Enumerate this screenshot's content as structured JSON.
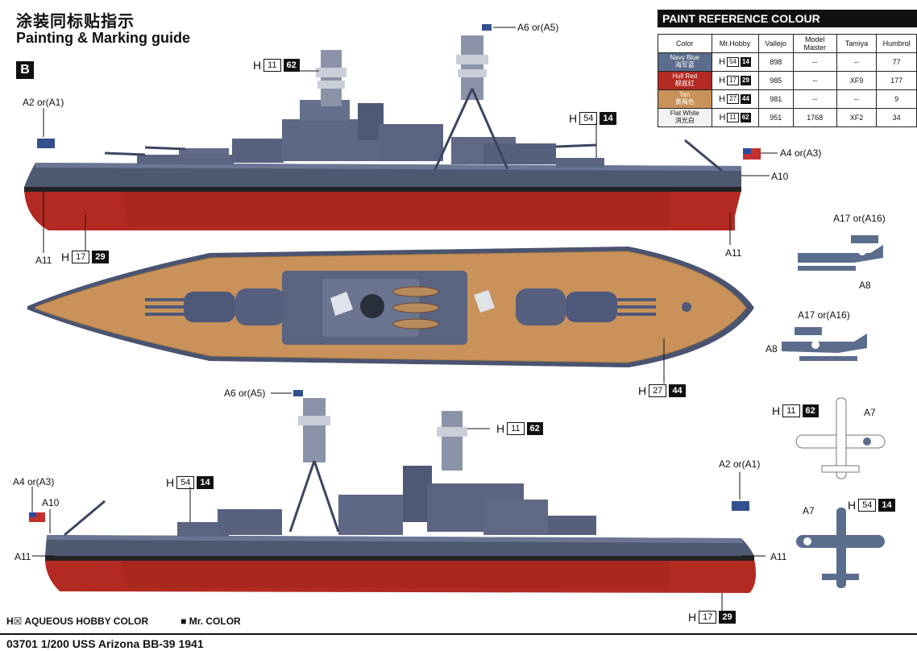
{
  "header": {
    "title_cn": "涂装同标贴指示",
    "title_en": "Painting & Marking guide",
    "section": "B"
  },
  "paint_table": {
    "title": "PAINT  REFERENCE COLOUR",
    "columns": [
      "Color",
      "Mr.Hobby",
      "Vallejo",
      "Model Master",
      "Tamiya",
      "Humbrol"
    ],
    "rows": [
      {
        "color_en": "Navy Blue",
        "color_cn": "海军蓝",
        "swatch": "#5b6d8c",
        "h_box": "54",
        "h_blk": "14",
        "vallejo": "898",
        "model_master": "--",
        "tamiya": "--",
        "humbrol": "77"
      },
      {
        "color_en": "Hull Red",
        "color_cn": "舰底红",
        "swatch": "#b32a22",
        "h_box": "17",
        "h_blk": "29",
        "vallejo": "985",
        "model_master": "--",
        "tamiya": "XF9",
        "humbrol": "177"
      },
      {
        "color_en": "Tan",
        "color_cn": "黄褐色",
        "swatch": "#c9925a",
        "h_box": "27",
        "h_blk": "44",
        "vallejo": "981",
        "model_master": "--",
        "tamiya": "--",
        "humbrol": "9"
      },
      {
        "color_en": "Flat White",
        "color_cn": "消光白",
        "swatch": "#f2f2f2",
        "h_box": "11",
        "h_blk": "62",
        "vallejo": "951",
        "model_master": "1768",
        "tamiya": "XF2",
        "humbrol": "34"
      }
    ]
  },
  "callouts": {
    "a6_top": "A6 or(A5)",
    "a2_top": "A2 or(A1)",
    "a4_top": "A4 or(A3)",
    "a10_top": "A10",
    "a11_top_left": "A11",
    "a11_top_right": "A11",
    "a17_top": "A17 or(A16)",
    "a8_top": "A8",
    "a17_mid": "A17 or(A16)",
    "a8_mid": "A8",
    "a6_bottom": "A6 or(A5)",
    "a2_bottom": "A2 or(A1)",
    "a4_bottom": "A4 or(A3)",
    "a10_bottom": "A10",
    "a11_bottom_left": "A11",
    "a11_bottom_right": "A11",
    "a7_top": "A7",
    "a7_bottom": "A7"
  },
  "h_labels": {
    "h_white_top": {
      "prefix": "H",
      "box": "11",
      "blk": "62"
    },
    "h_blue_top": {
      "prefix": "H",
      "box": "54",
      "blk": "14"
    },
    "h_red_top": {
      "prefix": "H",
      "box": "17",
      "blk": "29"
    },
    "h_tan": {
      "prefix": "H",
      "box": "27",
      "blk": "44"
    },
    "h_white_bottom": {
      "prefix": "H",
      "box": "11",
      "blk": "62"
    },
    "h_blue_bottom": {
      "prefix": "H",
      "box": "54",
      "blk": "14"
    },
    "h_red_bottom": {
      "prefix": "H",
      "box": "17",
      "blk": "29"
    },
    "h_white_plane": {
      "prefix": "H",
      "box": "11",
      "blk": "62"
    },
    "h_blue_plane": {
      "prefix": "H",
      "box": "54",
      "blk": "14"
    }
  },
  "legend": {
    "aqueous": "H☒ AQUEOUS HOBBY COLOR",
    "mr_color": "■  Mr. COLOR"
  },
  "footer": "03701  1/200 USS Arizona BB-39 1941",
  "colors": {
    "navy_blue": "#5b6d8c",
    "hull_red": "#b32a22",
    "tan": "#c9925a",
    "dark_grey": "#3b4150"
  }
}
